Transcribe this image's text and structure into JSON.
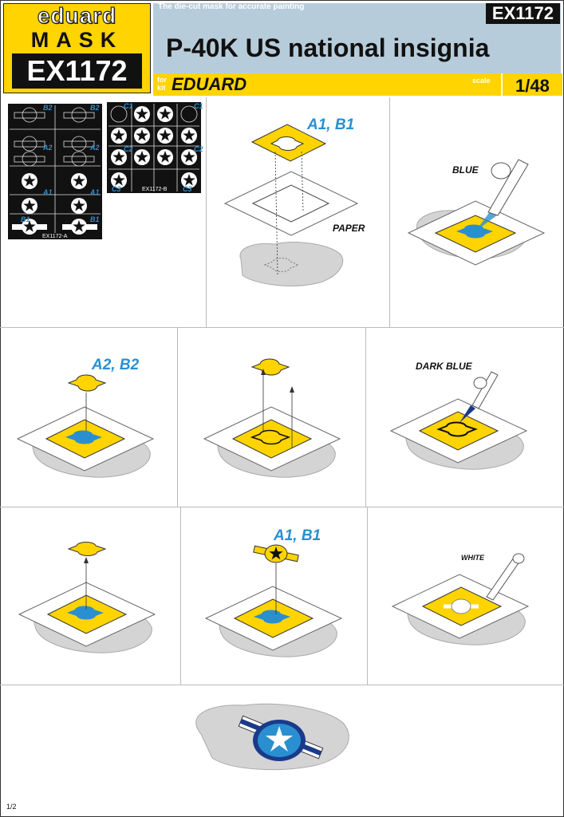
{
  "header": {
    "brand": "eduard",
    "brand_sub": "MASK",
    "code": "EX1172",
    "tagline": "The die-cut mask for accurate painting",
    "title": "P-40K US national insignia",
    "for_kit_line1": "for",
    "for_kit_line2": "kit",
    "kit": "EDUARD",
    "scale_label": "scale",
    "scale": "1/48"
  },
  "sheet_a": {
    "id": "EX1172-A",
    "labels": [
      "B2",
      "B2",
      "A2",
      "A2",
      "A1",
      "A1",
      "B1",
      "B1"
    ]
  },
  "sheet_b": {
    "id": "EX1172-B",
    "labels": [
      "C1",
      "C1",
      "C2",
      "C2",
      "C3",
      "C3"
    ]
  },
  "steps": {
    "s1_callout": "A1, B1",
    "s1_paper": "PAPER",
    "s2_color": "BLUE",
    "s3_callout": "A2, B2",
    "s5_color": "DARK BLUE",
    "s7_callout": "A1, B1",
    "s8_color": "WHITE"
  },
  "colors": {
    "mask_yellow": "#ffd400",
    "blue": "#2a8fd0",
    "dark_blue": "#1a3a8a",
    "paper_gray": "#b7ccda"
  },
  "page_number": "1/2"
}
